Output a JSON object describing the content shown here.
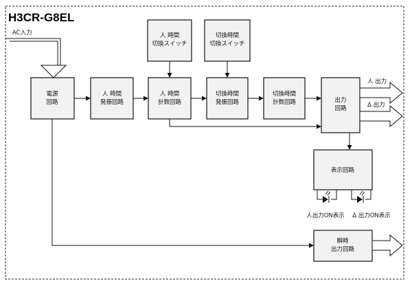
{
  "title": "H3CR-G8EL",
  "input_label": "AC入力",
  "blocks": {
    "power": [
      "電源",
      "回路"
    ],
    "star_osc": [
      "人 時間",
      "発振回路"
    ],
    "star_count": [
      "人 時間",
      "計数回路"
    ],
    "sw_osc": [
      "切換時間",
      "発振回路"
    ],
    "sw_count": [
      "切換時間",
      "計数回路"
    ],
    "output": [
      "出力",
      "回路"
    ],
    "display": [
      "表示回路"
    ],
    "instant": [
      "瞬時",
      "出力回路"
    ]
  },
  "switches": {
    "star_time": [
      "人 時間",
      "切換スイッチ"
    ],
    "sw_time": [
      "切換時間",
      "切換スイッチ"
    ]
  },
  "outputs": {
    "star_out": "人 出力",
    "delta_out": "Δ 出力"
  },
  "indicators": {
    "star_on": "人出力ON表示",
    "delta_on": "Δ 出力ON表示"
  },
  "colors": {
    "line": "#111111",
    "block_fill": "#f2f2f2",
    "background": "#ffffff"
  }
}
